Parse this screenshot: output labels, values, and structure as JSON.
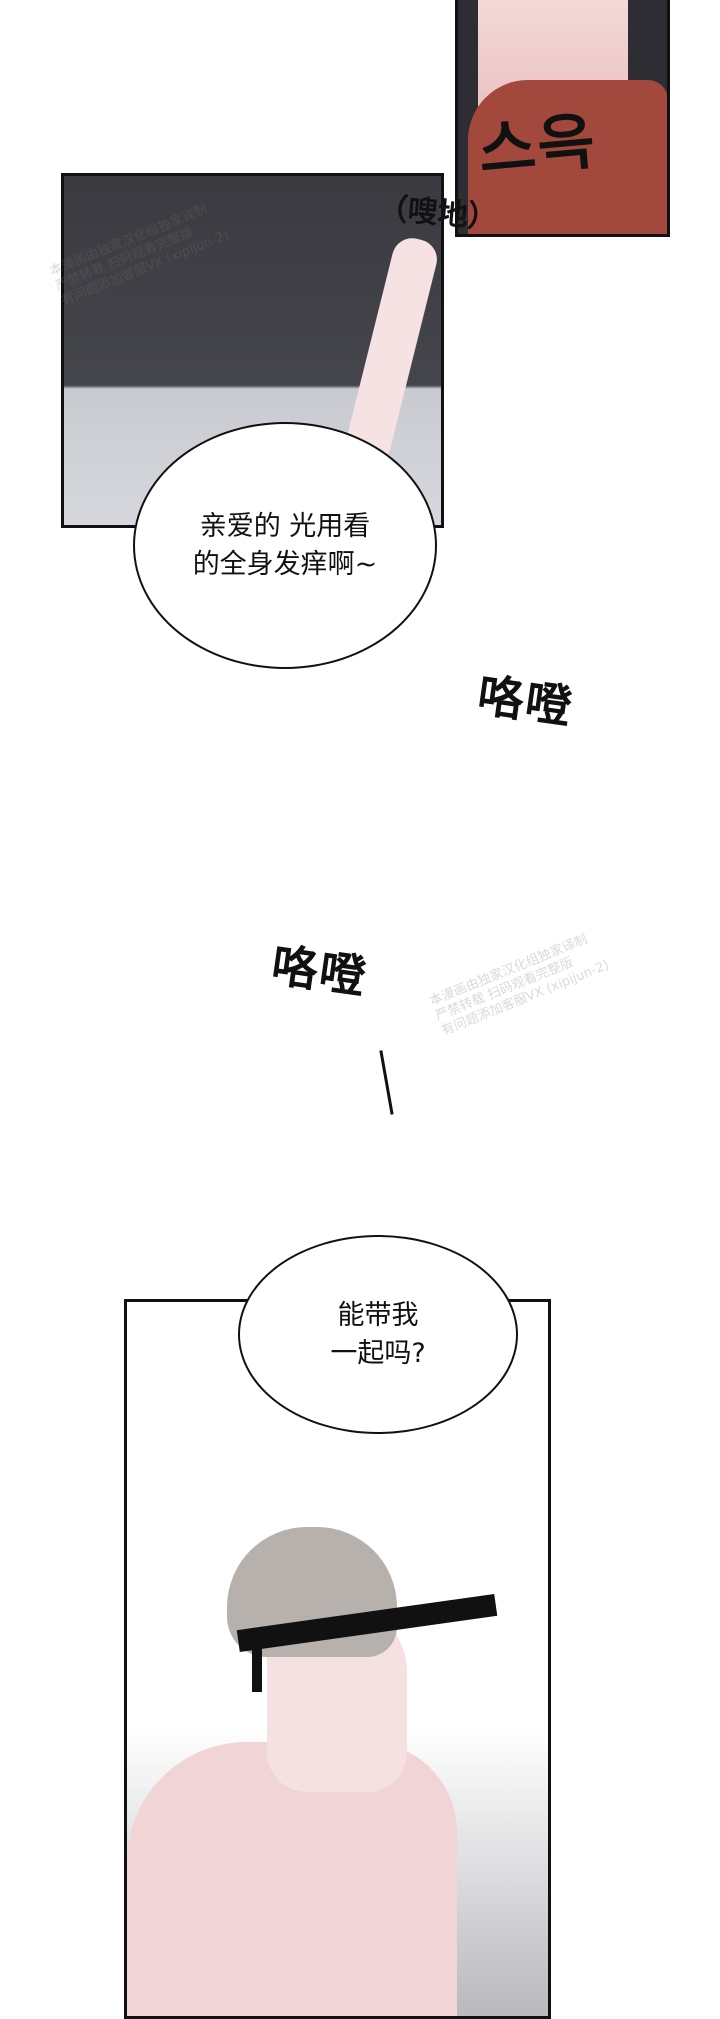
{
  "panels": [
    {
      "id": "top-right-panel",
      "sfx_korean": "스윽",
      "sfx_chinese": "（嗖地）"
    },
    {
      "id": "dark-scene-panel",
      "speech": [
        "亲爱的 光用看",
        "的全身发痒啊~"
      ]
    },
    {
      "id": "sound-effects",
      "sfx": [
        "咯噔",
        "咯噔"
      ]
    },
    {
      "id": "blindfold-panel",
      "speech": [
        "能带我",
        "一起吗?"
      ]
    }
  ],
  "watermark": {
    "lines": [
      "本漫画由独家汉化组独家译制",
      "严禁转载 扫码观看完整版",
      "有问题添加客服VX (xipijun-2)"
    ]
  },
  "colors": {
    "dark_bg": "#3b3b40",
    "floor": "#c9cbd1",
    "skin": "#f2d3d3",
    "cloth": "#a2483c",
    "hair": "#b7b1ad"
  }
}
